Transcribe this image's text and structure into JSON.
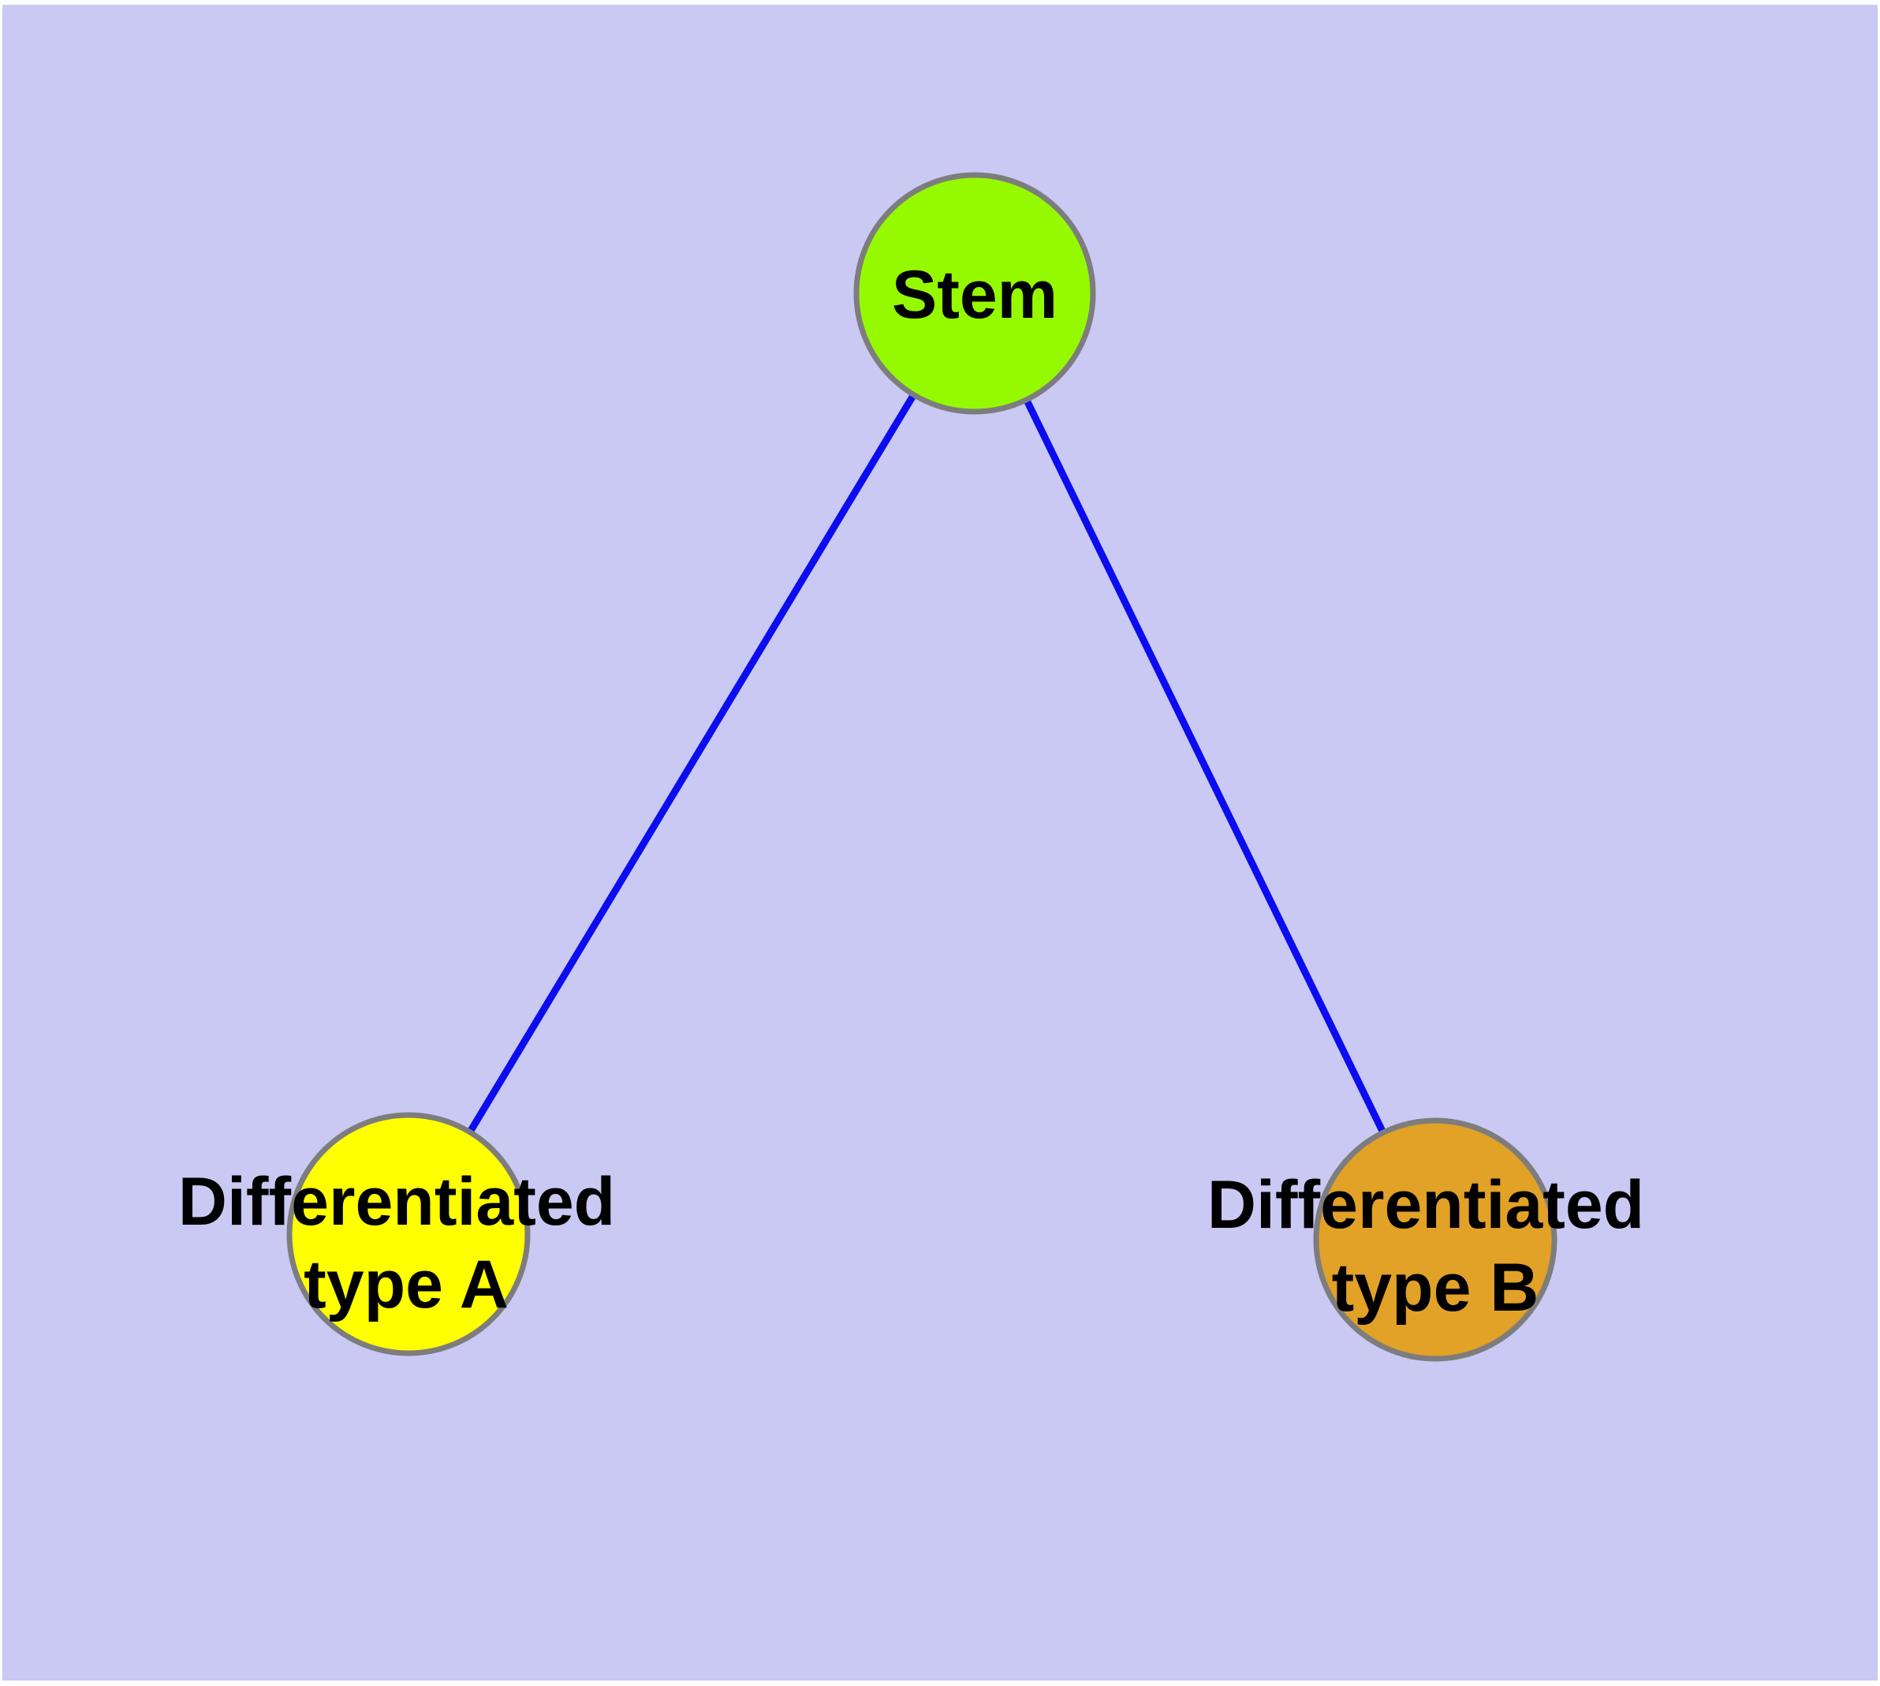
{
  "diagram": {
    "type": "graph",
    "description": "Cell differentiation hierarchy: a Stem node linked to two differentiated cell type nodes",
    "nodes": {
      "stem": {
        "label": "Stem"
      },
      "type_a": {
        "label_line1": "Differentiated",
        "label_line2": "type A"
      },
      "type_b": {
        "label_line1": "Differentiated",
        "label_line2": "type B"
      }
    },
    "edges": [
      {
        "from": "Stem",
        "to": "Differentiated type A"
      },
      {
        "from": "Stem",
        "to": "Differentiated type B"
      }
    ]
  },
  "colors": {
    "figure_background": "#FFFFFF",
    "panel_background": "#C9C9F4",
    "edge_stroke": "#0C0CF0",
    "node_border": "#7D7D7D",
    "stem_fill": "#95FA00",
    "type_a_fill": "#FFFF00",
    "type_b_fill": "#E2A127",
    "label_color": "#000000"
  }
}
